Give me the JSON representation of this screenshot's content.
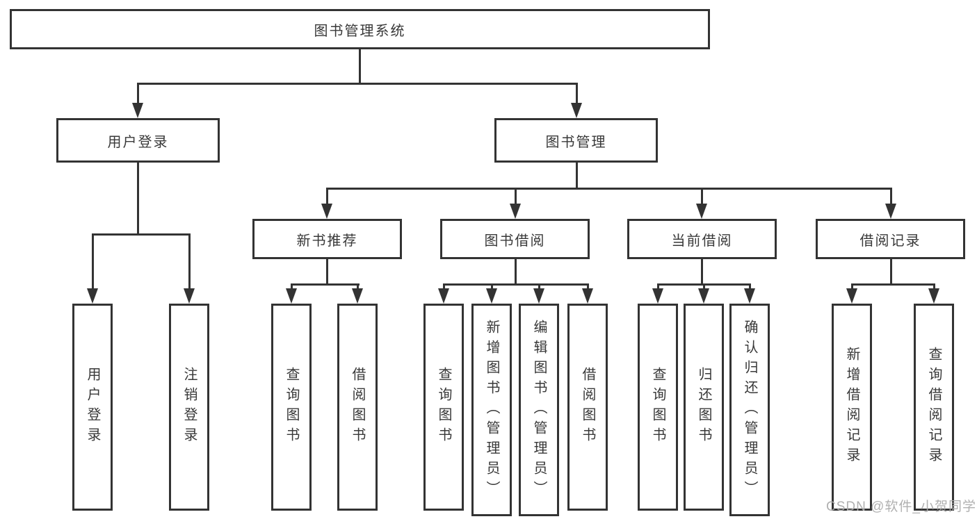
{
  "tree": {
    "root": {
      "label": "图书管理系统"
    },
    "children": [
      {
        "label": "用户登录",
        "children": [
          {
            "label": "用户登录"
          },
          {
            "label": "注销登录"
          }
        ]
      },
      {
        "label": "图书管理",
        "children": [
          {
            "label": "新书推荐",
            "children": [
              {
                "label": "查询图书"
              },
              {
                "label": "借阅图书"
              }
            ]
          },
          {
            "label": "图书借阅",
            "children": [
              {
                "label": "查询图书"
              },
              {
                "label": "新增图书（管理员）"
              },
              {
                "label": "编辑图书（管理员）"
              },
              {
                "label": "借阅图书"
              }
            ]
          },
          {
            "label": "当前借阅",
            "children": [
              {
                "label": "查询图书"
              },
              {
                "label": "归还图书"
              },
              {
                "label": "确认归还（管理员）"
              }
            ]
          },
          {
            "label": "借阅记录",
            "children": [
              {
                "label": "新增借阅记录"
              },
              {
                "label": "查询借阅记录"
              }
            ]
          }
        ]
      }
    ]
  },
  "watermark": {
    "text": "CSDN @软件_小贺同学"
  },
  "colors": {
    "line": "#333333",
    "text": "#383838",
    "watermark": "#acacac",
    "background": "#ffffff"
  }
}
